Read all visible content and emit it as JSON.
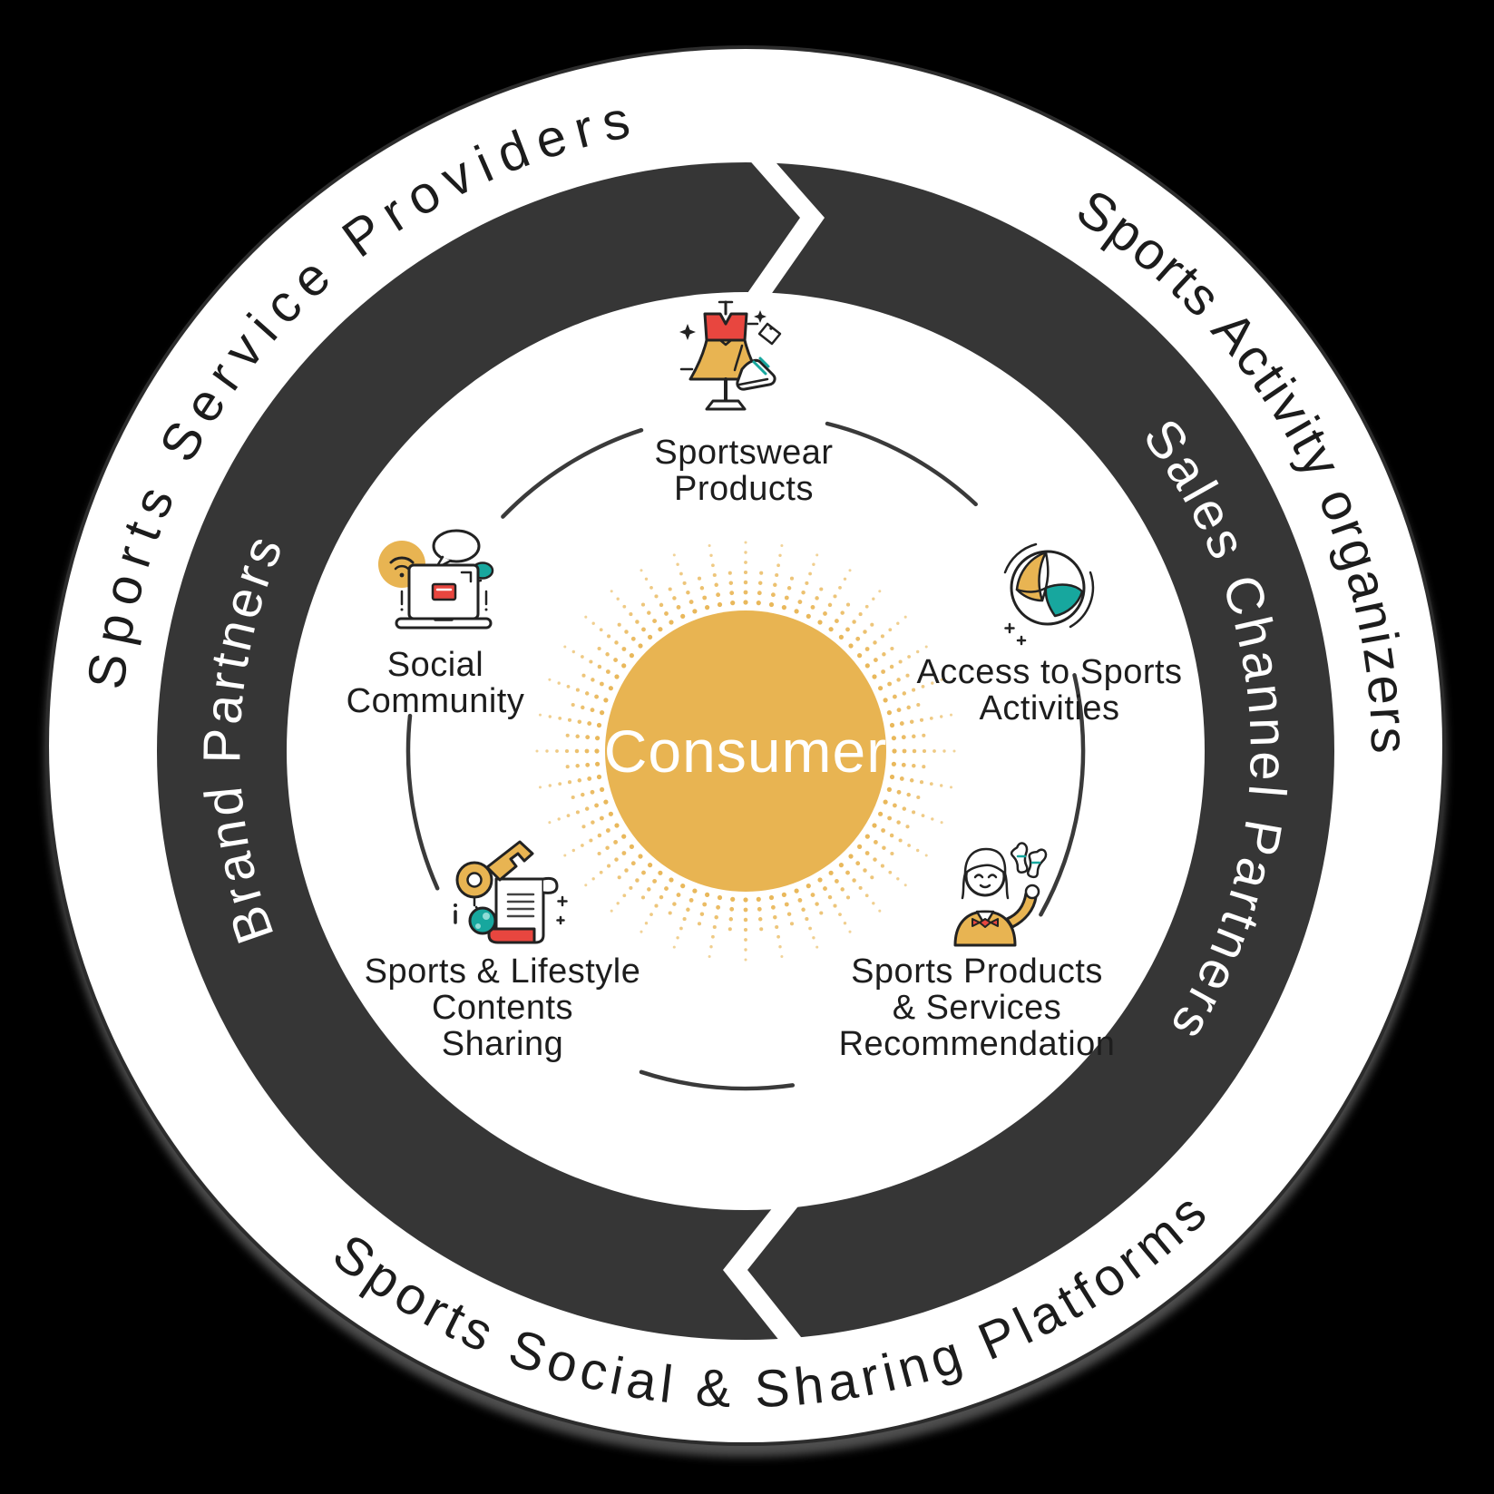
{
  "title": "Consumer sports ecosystem diagram",
  "center": {
    "label": "Consumer"
  },
  "outer_ring": {
    "labels": [
      {
        "id": "sports-service-providers",
        "text": "Sports Service Providers"
      },
      {
        "id": "sports-activity-organizers",
        "text": "Sports Activity organizers"
      },
      {
        "id": "sports-social-sharing-platforms",
        "text": "Sports Social & Sharing Platforms"
      }
    ]
  },
  "dark_ring": {
    "labels": [
      {
        "id": "brand-partners",
        "text": "Brand Partners"
      },
      {
        "id": "sales-channel-partners",
        "text": "Sales Channel Partners"
      }
    ]
  },
  "items": [
    {
      "id": "sportswear-products",
      "icon": "dress-and-sneaker-icon",
      "lines": [
        "Sportswear",
        "Products"
      ]
    },
    {
      "id": "access-to-sports-activities",
      "icon": "volleyball-icon",
      "lines": [
        "Access to Sports",
        "Activities"
      ]
    },
    {
      "id": "sports-products-services-recommendation",
      "icon": "advisor-with-bowling-pins-icon",
      "lines": [
        "Sports Products",
        "& Services",
        "Recommendation"
      ]
    },
    {
      "id": "sports-lifestyle-contents-sharing",
      "icon": "key-and-scroll-icon",
      "lines": [
        "Sports & Lifestyle",
        "Contents",
        "Sharing"
      ]
    },
    {
      "id": "social-community",
      "icon": "laptop-chat-icon",
      "lines": [
        "Social",
        "Community"
      ]
    }
  ],
  "palette": {
    "background": "#000000",
    "disc": "#ffffff",
    "dark_ring": "#363636",
    "gold": "#E8B452",
    "red": "#E8463F",
    "teal": "#17A79E",
    "outer_text": "#1c1c1c",
    "ring_text": "#ffffff"
  }
}
